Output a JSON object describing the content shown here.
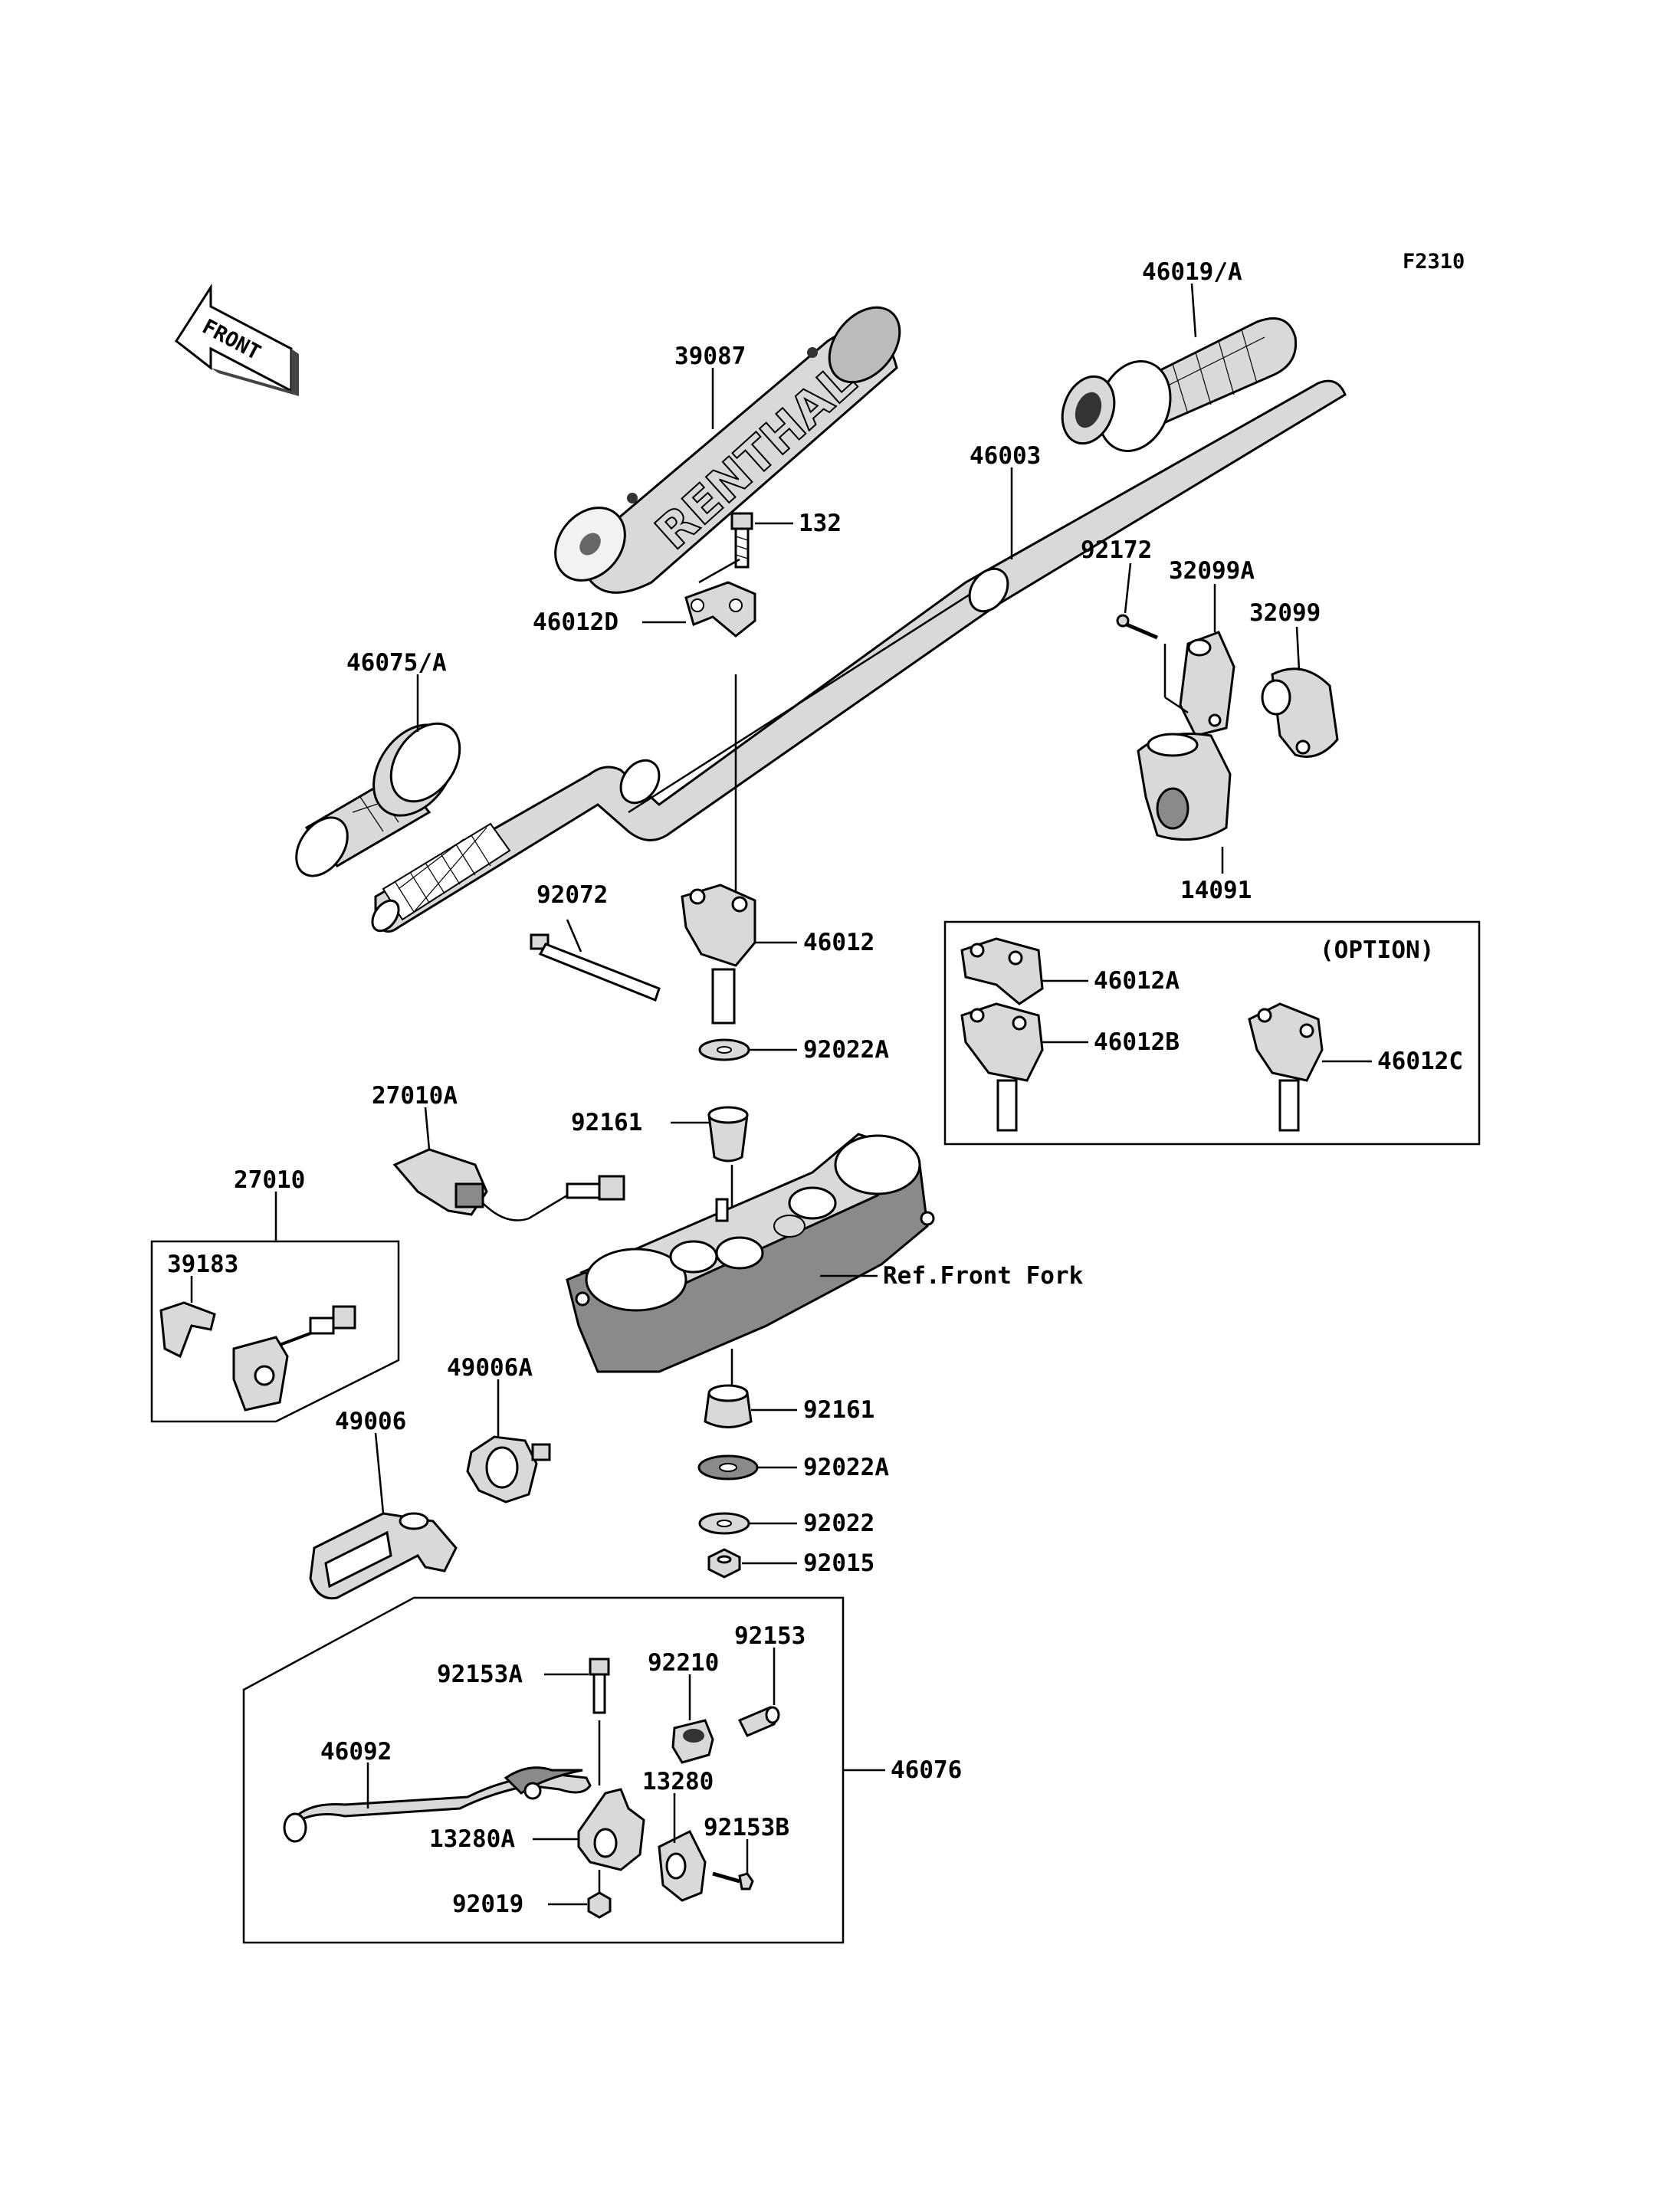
{
  "figure_code": "F2310",
  "front_arrow_label": "FRONT",
  "option_label": "(OPTION)",
  "ref_label": "Ref.Front Fork",
  "grip_brand_text": "RENTHAL",
  "parts": {
    "p39087": "39087",
    "p46019A": "46019/A",
    "p46003": "46003",
    "p132": "132",
    "p46012D": "46012D",
    "p92172": "92172",
    "p32099A": "32099A",
    "p32099": "32099",
    "p46075A": "46075/A",
    "p14091": "14091",
    "p92072": "92072",
    "p46012": "46012",
    "p46012A": "46012A",
    "p46012B": "46012B",
    "p46012C": "46012C",
    "p92022A_top": "92022A",
    "p27010A": "27010A",
    "p92161_top": "92161",
    "p27010": "27010",
    "p39183": "39183",
    "p49006A": "49006A",
    "p92161_bot": "92161",
    "p49006": "49006",
    "p92022A_bot": "92022A",
    "p92022": "92022",
    "p92015": "92015",
    "p92153": "92153",
    "p92153A": "92153A",
    "p92210": "92210",
    "p46092": "46092",
    "p46076": "46076",
    "p13280": "13280",
    "p92153B": "92153B",
    "p13280A": "13280A",
    "p92019": "92019"
  }
}
